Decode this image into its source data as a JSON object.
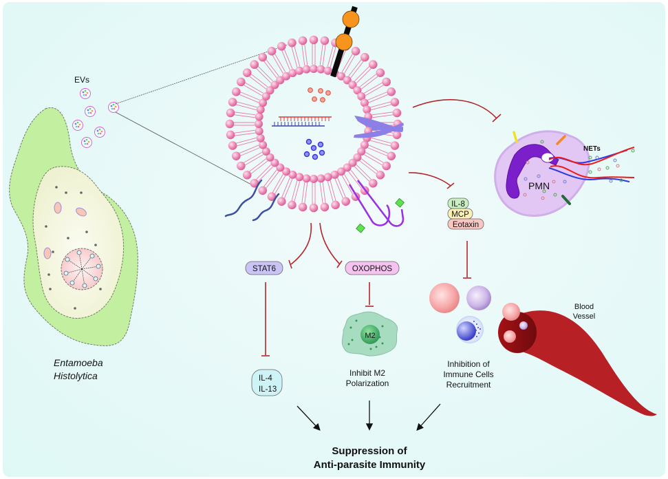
{
  "figure": {
    "title": "Suppression of Anti-parasite Immunity by Entamoeba histolytica EVs",
    "labels": {
      "evs": "EVs",
      "organism_line1": "Entamoeba",
      "organism_line2": "Histolytica",
      "pmn": "PMN",
      "nets": "NETs",
      "m2": "M2",
      "m2_caption_line1": "Inhibit M2",
      "m2_caption_line2": "Polarization",
      "recruit_caption_line1": "Inhibition of",
      "recruit_caption_line2": "Immune Cells",
      "recruit_caption_line3": "Recruitment",
      "vessel_line1": "Blood",
      "vessel_line2": "Vessel",
      "outcome_line1": "Suppression of",
      "outcome_line2": "Anti-parasite Immunity"
    },
    "pills": {
      "stat6": "STAT6",
      "oxophos": "OXOPHOS",
      "il4": "IL-4",
      "il13": "IL-13",
      "il8": "IL-8",
      "mcp": "MCP",
      "eotaxin": "Eotaxin"
    },
    "colors": {
      "inhibit_arrow": "#b3262a",
      "membrane_pink": "#e87aa8",
      "stat6_fill": "#c9c4f5",
      "oxophos_fill": "#f6c3f0",
      "il_fill": "#cdf3f7",
      "il8_fill": "#c9f0c0",
      "mcp_fill": "#fbf0b8",
      "eotaxin_fill": "#f9c7c2",
      "amoeba_outer": "#c3f0a0",
      "amoeba_inner": "#f1f3d8",
      "vessel": "#b72025",
      "pmn_cell": "#e2c7f4",
      "pmn_nucleus": "#7a1fc9",
      "m2_cell": "#a8dcc0"
    }
  }
}
